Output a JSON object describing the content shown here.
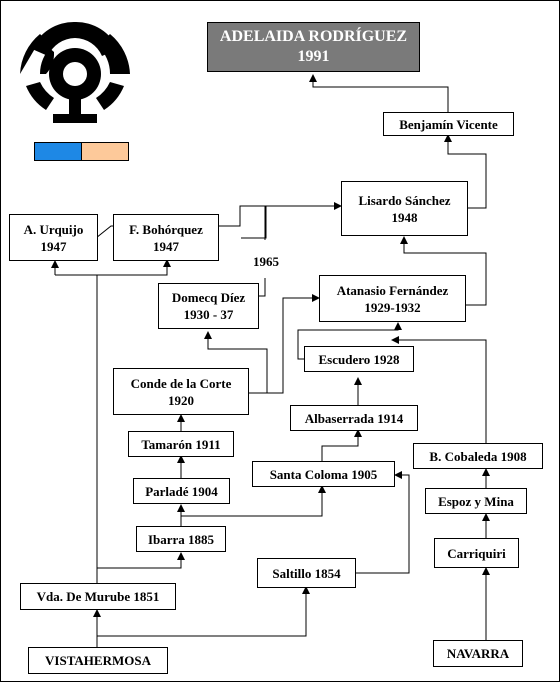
{
  "title_box": {
    "line1": "ADELAIDA RODRÍGUEZ",
    "line2": "1991"
  },
  "nodes": {
    "benjamin": {
      "line1": "Benjamín Vicente"
    },
    "lisardo": {
      "line1": "Lisardo Sánchez",
      "line2": "1948"
    },
    "urquijo": {
      "line1": "A. Urquijo",
      "line2": "1947"
    },
    "bohorquez": {
      "line1": "F. Bohórquez",
      "line2": "1947"
    },
    "domecq": {
      "line1": "Domecq Díez",
      "line2": "1930 - 37"
    },
    "atanasio": {
      "line1": "Atanasio Fernández",
      "line2": "1929-1932"
    },
    "escudero": {
      "line1": "Escudero 1928"
    },
    "conde": {
      "line1": "Conde de la Corte",
      "line2": "1920"
    },
    "albaserrada": {
      "line1": "Albaserrada 1914"
    },
    "tamaron": {
      "line1": "Tamarón 1911"
    },
    "cobaleda": {
      "line1": "B. Cobaleda 1908"
    },
    "santacoloma": {
      "line1": "Santa Coloma 1905"
    },
    "parlade": {
      "line1": "Parladé 1904"
    },
    "espoz": {
      "line1": "Espoz y Mina"
    },
    "ibarra": {
      "line1": "Ibarra 1885"
    },
    "carriquiri": {
      "line1": "Carriquiri"
    },
    "saltillo": {
      "line1": "Saltillo 1854"
    },
    "murube": {
      "line1": "Vda. De Murube 1851"
    },
    "vistahermosa": {
      "line1": "VISTAHERMOSA"
    },
    "navarra": {
      "line1": "NAVARRA"
    }
  },
  "year_label": "1965",
  "colors": {
    "title_bg": "#7a7a7a",
    "flag_blue": "#1e88e5",
    "flag_peach": "#fdc99a",
    "ink": "#000000"
  },
  "logo_icon": "ganaderia-brand-icon"
}
